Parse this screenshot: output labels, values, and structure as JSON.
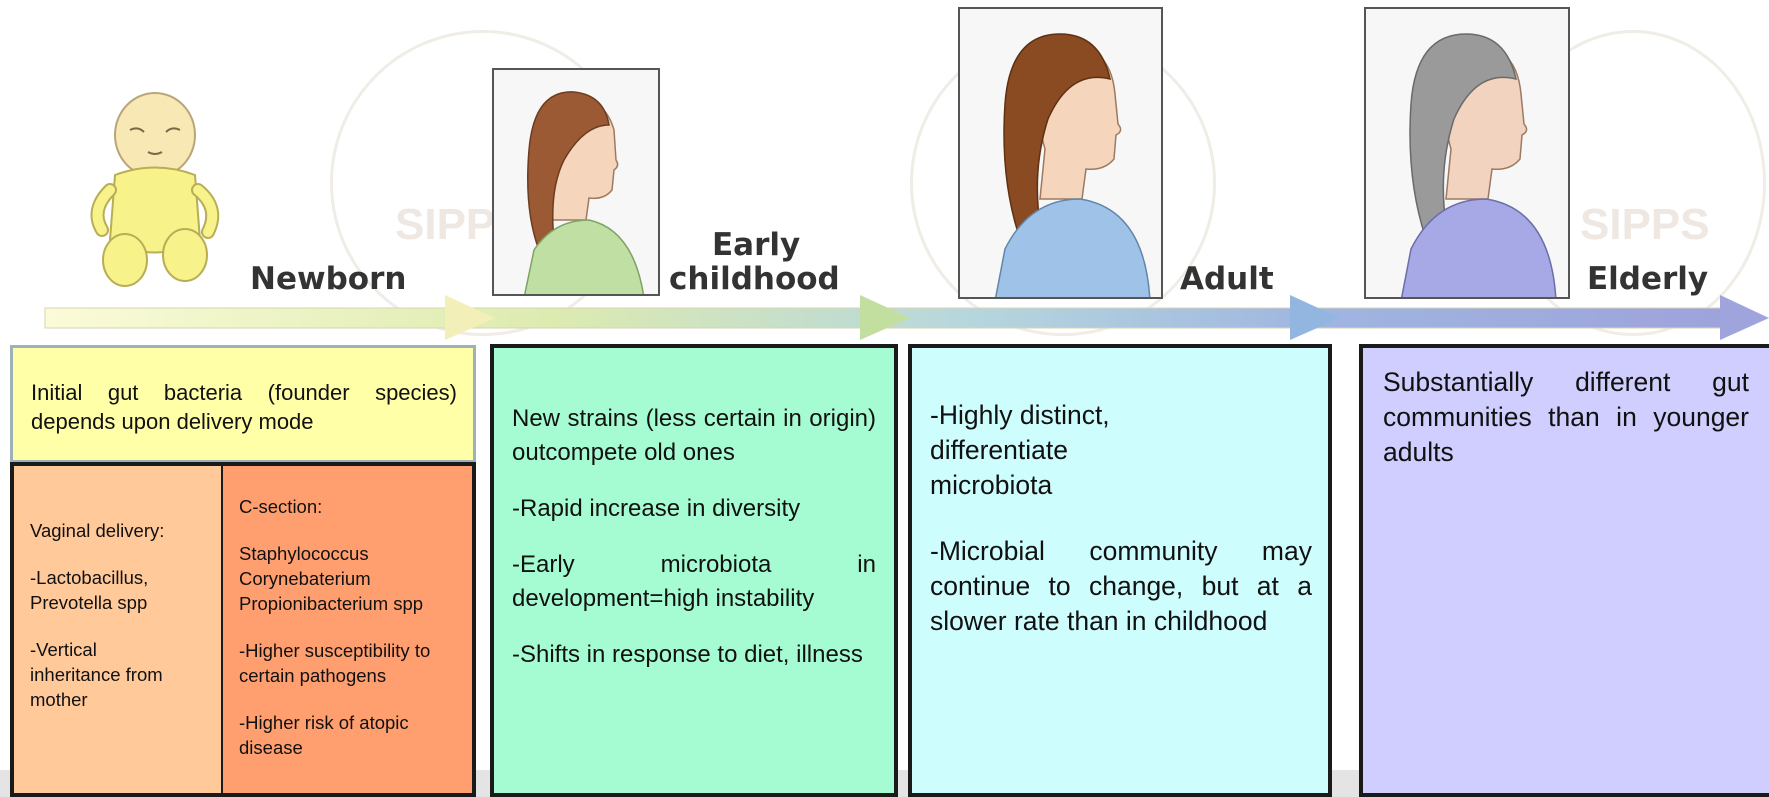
{
  "stages": [
    {
      "label": "Newborn",
      "icon": "baby-icon"
    },
    {
      "label_line1": "Early",
      "label_line2": "childhood",
      "icon": "child-profile-icon",
      "hair": "#9b5a34",
      "shirt": "#bfe0a2"
    },
    {
      "label": "Adult",
      "icon": "adult-profile-icon",
      "hair": "#8a4a22",
      "shirt": "#9ec2e8"
    },
    {
      "label": "Elderly",
      "icon": "elderly-profile-icon",
      "hair": "#9a9a9a",
      "shirt": "#a7a8e6"
    }
  ],
  "watermark": {
    "text": "SIPPS"
  },
  "newborn": {
    "summary": "Initial gut bacteria (founder species) depends upon delivery mode",
    "vaginal": {
      "title": "Vaginal delivery:",
      "items": [
        "-Lactobacillus, Prevotella spp",
        "-Vertical inheritance from mother"
      ]
    },
    "csection": {
      "title": "C-section:",
      "organisms": [
        "Staphylococcus",
        "Corynebaterium",
        "Propionibacterium spp"
      ],
      "items": [
        "-Higher susceptibility to certain pathogens",
        "-Higher risk of atopic disease"
      ]
    }
  },
  "childhood": {
    "items": [
      "New strains (less certain in origin) outcompete old ones",
      "-Rapid increase in diversity",
      "-Early microbiota in development=high instability",
      "-Shifts in response to diet, illness"
    ]
  },
  "adult": {
    "items": [
      "-Highly distinct, differentiate microbiota",
      "-Microbial community may continue to change, but at a slower rate than in childhood"
    ]
  },
  "elderly": {
    "items": [
      "Substantially different gut communities than in younger adults"
    ]
  },
  "colors": {
    "newborn_summary": "#ffffa8",
    "vaginal": "#ffc999",
    "csection": "#ff9f6f",
    "childhood": "#a6fcd2",
    "adult": "#cefdfd",
    "elderly": "#cfcefe",
    "arrow_start": "#fbfbd8",
    "arrow_end": "#9ea2db"
  }
}
